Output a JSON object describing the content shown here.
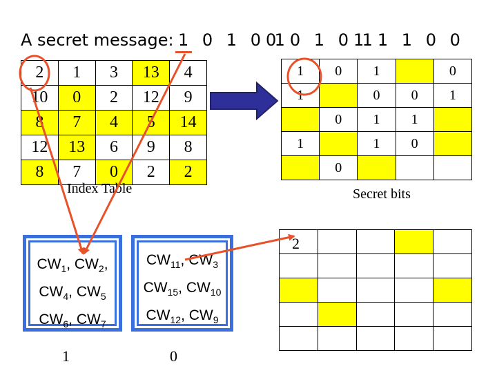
{
  "title": "A secret message:",
  "message_bits": [
    "1 0 1 0 1",
    "0 0 1 0 1",
    "1 1 1 0 0"
  ],
  "index_table": {
    "caption": "Index Table",
    "rows": [
      [
        "2",
        "1",
        "3",
        "13",
        "4"
      ],
      [
        "10",
        "0",
        "2",
        "12",
        "9"
      ],
      [
        "8",
        "7",
        "4",
        "5",
        "14"
      ],
      [
        "12",
        "13",
        "6",
        "9",
        "8"
      ],
      [
        "8",
        "7",
        "0",
        "2",
        "2"
      ]
    ],
    "highlight": [
      [
        false,
        false,
        false,
        true,
        false
      ],
      [
        false,
        true,
        false,
        false,
        false
      ],
      [
        true,
        true,
        true,
        true,
        true
      ],
      [
        false,
        true,
        false,
        false,
        false
      ],
      [
        true,
        false,
        true,
        false,
        true
      ]
    ]
  },
  "secret_bits": {
    "caption": "Secret bits",
    "rows": [
      [
        "1",
        "0",
        "1",
        "",
        "0"
      ],
      [
        "1",
        "",
        "0",
        "0",
        "1"
      ],
      [
        "",
        "0",
        "1",
        "1",
        ""
      ],
      [
        "1",
        "",
        "1",
        "0",
        ""
      ],
      [
        "",
        "0",
        "",
        "",
        ""
      ]
    ],
    "highlight": [
      [
        false,
        false,
        false,
        true,
        false
      ],
      [
        false,
        true,
        false,
        false,
        false
      ],
      [
        true,
        false,
        false,
        false,
        true
      ],
      [
        false,
        true,
        false,
        false,
        true
      ],
      [
        true,
        false,
        true,
        false,
        false
      ]
    ]
  },
  "lower_grid": {
    "label": "2",
    "highlight": [
      [
        false,
        false,
        false,
        true,
        false
      ],
      [
        false,
        false,
        false,
        false,
        false
      ],
      [
        true,
        false,
        false,
        false,
        true
      ],
      [
        false,
        true,
        false,
        false,
        false
      ],
      [
        false,
        false,
        false,
        false,
        false
      ]
    ]
  },
  "codeword_box_1": {
    "lines": [
      [
        {
          "t": "CW"
        },
        {
          "s": "1"
        },
        {
          "t": ", CW"
        },
        {
          "s": "2"
        },
        {
          "t": ","
        }
      ],
      [
        {
          "t": "CW"
        },
        {
          "s": "4"
        },
        {
          "t": ", CW"
        },
        {
          "s": "5"
        }
      ],
      [
        {
          "t": "CW"
        },
        {
          "s": "6"
        },
        {
          "t": ", CW"
        },
        {
          "s": "7"
        }
      ]
    ],
    "bit": "1"
  },
  "codeword_box_2": {
    "lines": [
      [
        {
          "t": "CW"
        },
        {
          "s": "11"
        },
        {
          "t": ", CW"
        },
        {
          "s": "3"
        }
      ],
      [
        {
          "t": "CW"
        },
        {
          "s": "15"
        },
        {
          "t": ", CW"
        },
        {
          "s": "10"
        }
      ],
      [
        {
          "t": "CW"
        },
        {
          "s": "12"
        },
        {
          "t": ", CW"
        },
        {
          "s": "9"
        }
      ]
    ],
    "bit": "0"
  },
  "colors": {
    "highlight": "#ffff00",
    "arrow_red": "#e8522a",
    "arrow_blue": "#2f2f9a",
    "box_blue": "#3b6fe0"
  },
  "icons": [
    "right-block-arrow-icon",
    "red-arrow-icon"
  ]
}
